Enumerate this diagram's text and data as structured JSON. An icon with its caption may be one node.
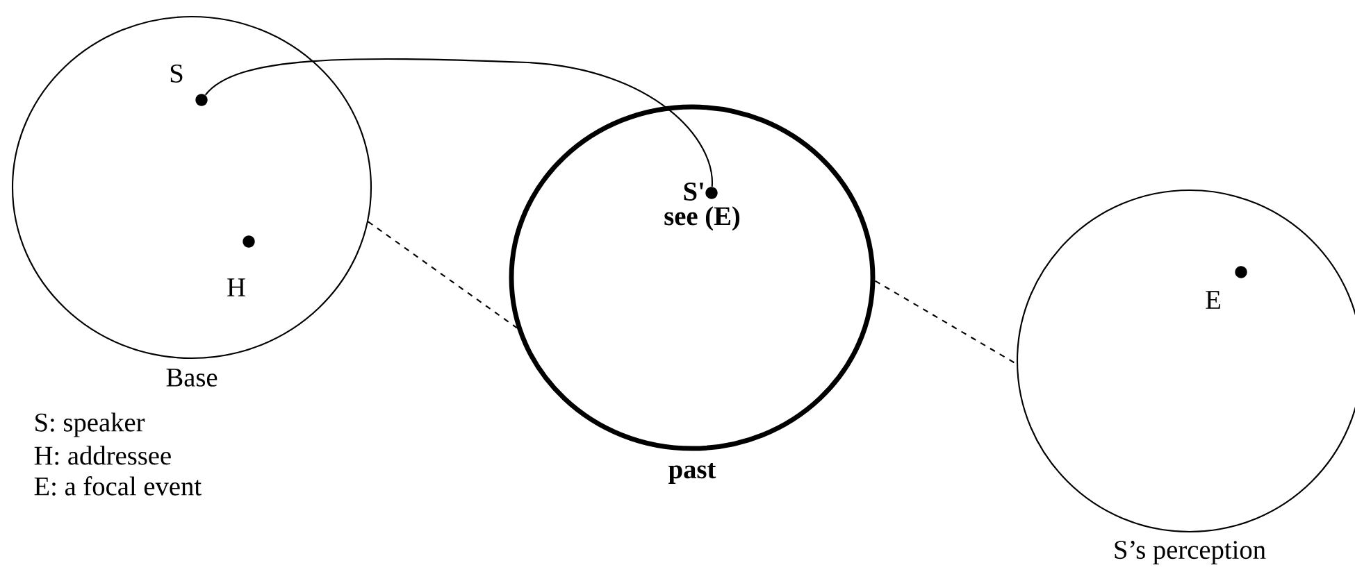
{
  "diagram": {
    "nodes": [
      {
        "text": [
          "Base"
        ]
      },
      {
        "text": [
          "S"
        ],
        "in": 0
      },
      {
        "text": [
          "H"
        ],
        "in": 0
      },
      {
        "text": [
          "past"
        ]
      },
      {
        "text": [
          "S'",
          "see (E)"
        ],
        "in": 3
      },
      {
        "text": [
          "S’s perception"
        ]
      },
      {
        "text": [
          "E"
        ],
        "in": 5
      }
    ],
    "edges": [
      {
        "from": 1,
        "to": 4,
        "arrow": "none"
      },
      {
        "from": 0,
        "to": 3,
        "arrow": "none",
        "style": "dashed"
      },
      {
        "from": 3,
        "to": 5,
        "arrow": "none",
        "style": "dashed"
      }
    ],
    "labels": [
      "S: speaker",
      "H: addressee",
      "E: a focal event"
    ]
  }
}
